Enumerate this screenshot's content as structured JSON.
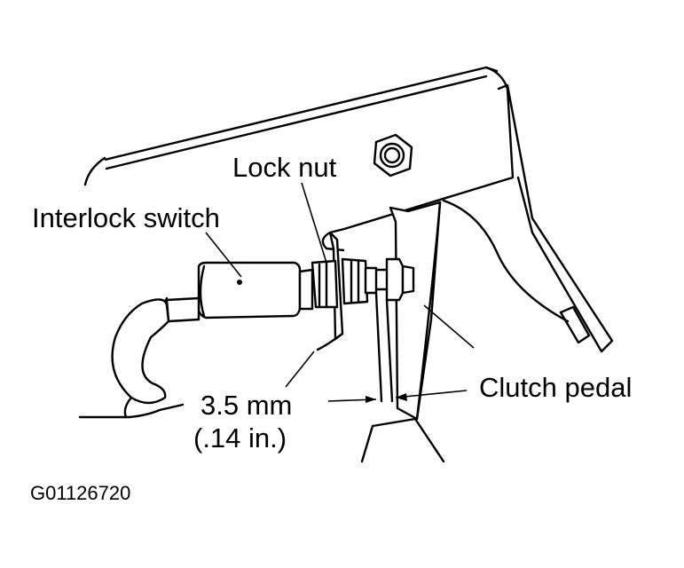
{
  "labels": {
    "lock_nut": "Lock nut",
    "interlock_switch": "Interlock switch",
    "clutch_pedal": "Clutch pedal",
    "gap_mm": "3.5 mm",
    "gap_in": "(.14 in.)",
    "figure_code": "G01126720"
  }
}
